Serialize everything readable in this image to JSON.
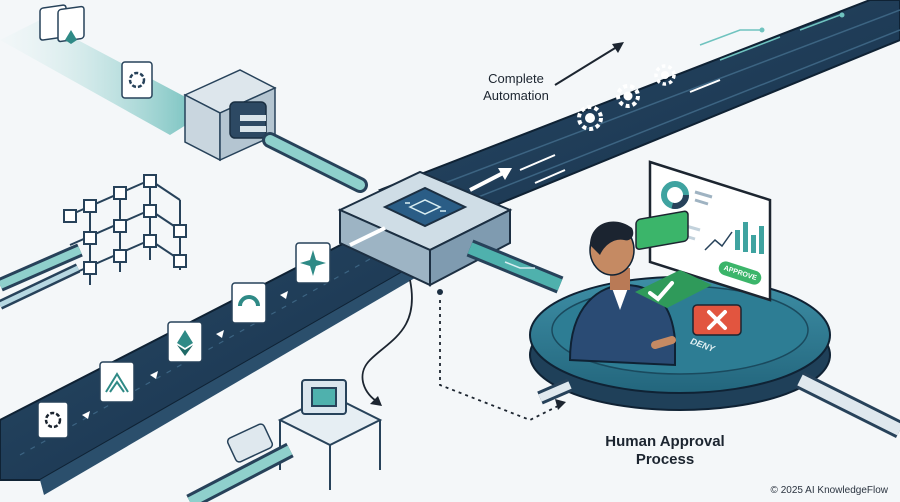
{
  "labels": {
    "complete_automation_line1": "Complete",
    "complete_automation_line2": "Automation",
    "human_approval_line1": "Human Approval",
    "human_approval_line2": "Process"
  },
  "buttons": {
    "approve": "APPROVE",
    "deny": "DENY"
  },
  "footer": {
    "copyright": "© 2025 AI KnowledgeFlow"
  },
  "icons": [
    "ethereum-icon",
    "openai-icon",
    "network-cube-icon",
    "chip-icon",
    "gear-icon",
    "checkmark-icon",
    "x-icon",
    "bar-chart-icon",
    "donut-chart-icon"
  ],
  "colors": {
    "belt_dark": "#1f3a52",
    "teal": "#3fa3a0",
    "green_approve": "#3bb56a",
    "red_deny": "#e2553f",
    "background": "#f4f7f9"
  }
}
